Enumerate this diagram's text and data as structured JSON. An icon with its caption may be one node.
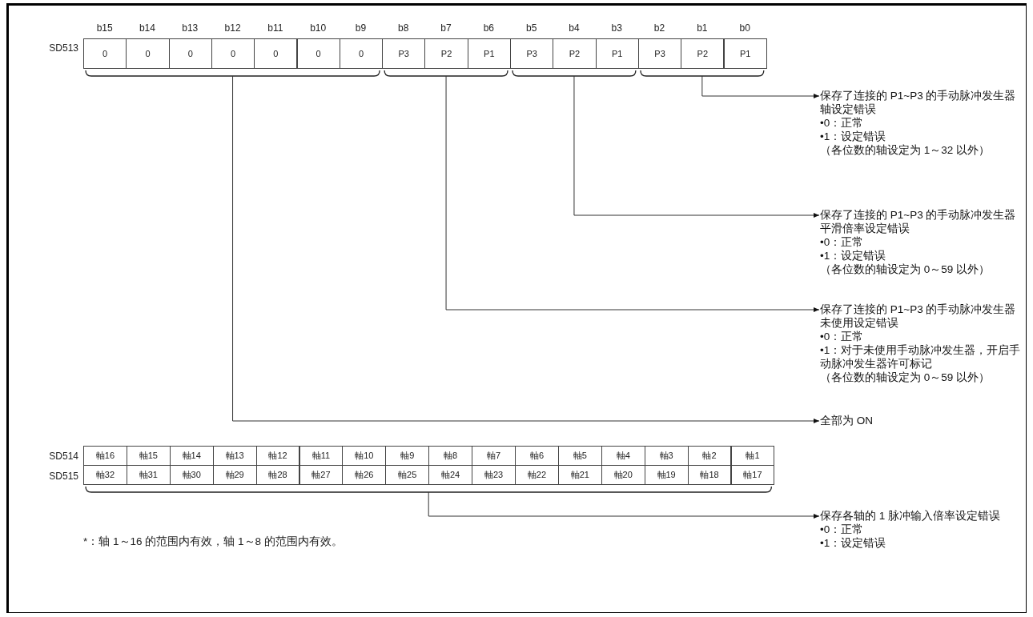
{
  "diagram": {
    "nodes": [
      {
        "text": [],
        "shape": "bracket"
      },
      {
        "text": [],
        "shape": "bracket"
      },
      {
        "text": [],
        "shape": "bracket"
      },
      {
        "text": [],
        "shape": "bracket"
      },
      {
        "text": [],
        "shape": "bracket"
      },
      {
        "text": [
          "保存了连接的 P1~P3 的手动脉冲发生器轴设定错误",
          "•0：正常",
          "•1：设定错误",
          "（各位数的轴设定为 1～32 以外）"
        ]
      },
      {
        "text": [
          "保存了连接的 P1~P3 的手动脉冲发生器平滑倍率设定错误",
          "•0：正常",
          "•1：设定错误",
          "（各位数的轴设定为 0～59 以外）"
        ]
      },
      {
        "text": [
          "保存了连接的 P1~P3 的手动脉冲发生器未使用设定错误",
          "•0：正常",
          "•1：对于未使用手动脉冲发生器，开启手动脉冲发生器许可标记",
          "（各位数的轴设定为 0～59 以外）"
        ]
      },
      {
        "text": [
          "全部为 ON"
        ]
      },
      {
        "text": [
          "保存各轴的 1 脉冲输入倍率设定错误",
          "•0：正常",
          "•1：设定错误"
        ]
      }
    ],
    "edges": [
      {
        "from": 0,
        "to": 5,
        "arrow": "to"
      },
      {
        "from": 1,
        "to": 6,
        "arrow": "to"
      },
      {
        "from": 2,
        "to": 7,
        "arrow": "to"
      },
      {
        "from": 3,
        "to": 8,
        "arrow": "to"
      },
      {
        "from": 4,
        "to": 9,
        "arrow": "to"
      }
    ],
    "labels": [
      "b15",
      "b14",
      "b13",
      "b12",
      "b11",
      "b10",
      "b9",
      "b8",
      "b7",
      "b6",
      "b5",
      "b4",
      "b3",
      "b2",
      "b1",
      "b0",
      "SD513",
      "0",
      "0",
      "0",
      "0",
      "0",
      "0",
      "0",
      "P3",
      "P2",
      "P1",
      "P3",
      "P2",
      "P1",
      "P3",
      "P2",
      "P1",
      "SD514",
      "軸16",
      "軸15",
      "軸14",
      "軸13",
      "軸12",
      "軸11",
      "軸10",
      "軸9",
      "軸8",
      "軸7",
      "軸6",
      "軸5",
      "軸4",
      "軸3",
      "軸2",
      "軸1",
      "SD515",
      "軸32",
      "軸31",
      "軸30",
      "軸29",
      "軸28",
      "軸27",
      "軸26",
      "軸25",
      "軸24",
      "軸23",
      "軸22",
      "軸21",
      "軸20",
      "軸19",
      "軸18",
      "軸17",
      "*：轴 1～16 的范围内有效，轴 1～8 的范围内有效。"
    ]
  }
}
